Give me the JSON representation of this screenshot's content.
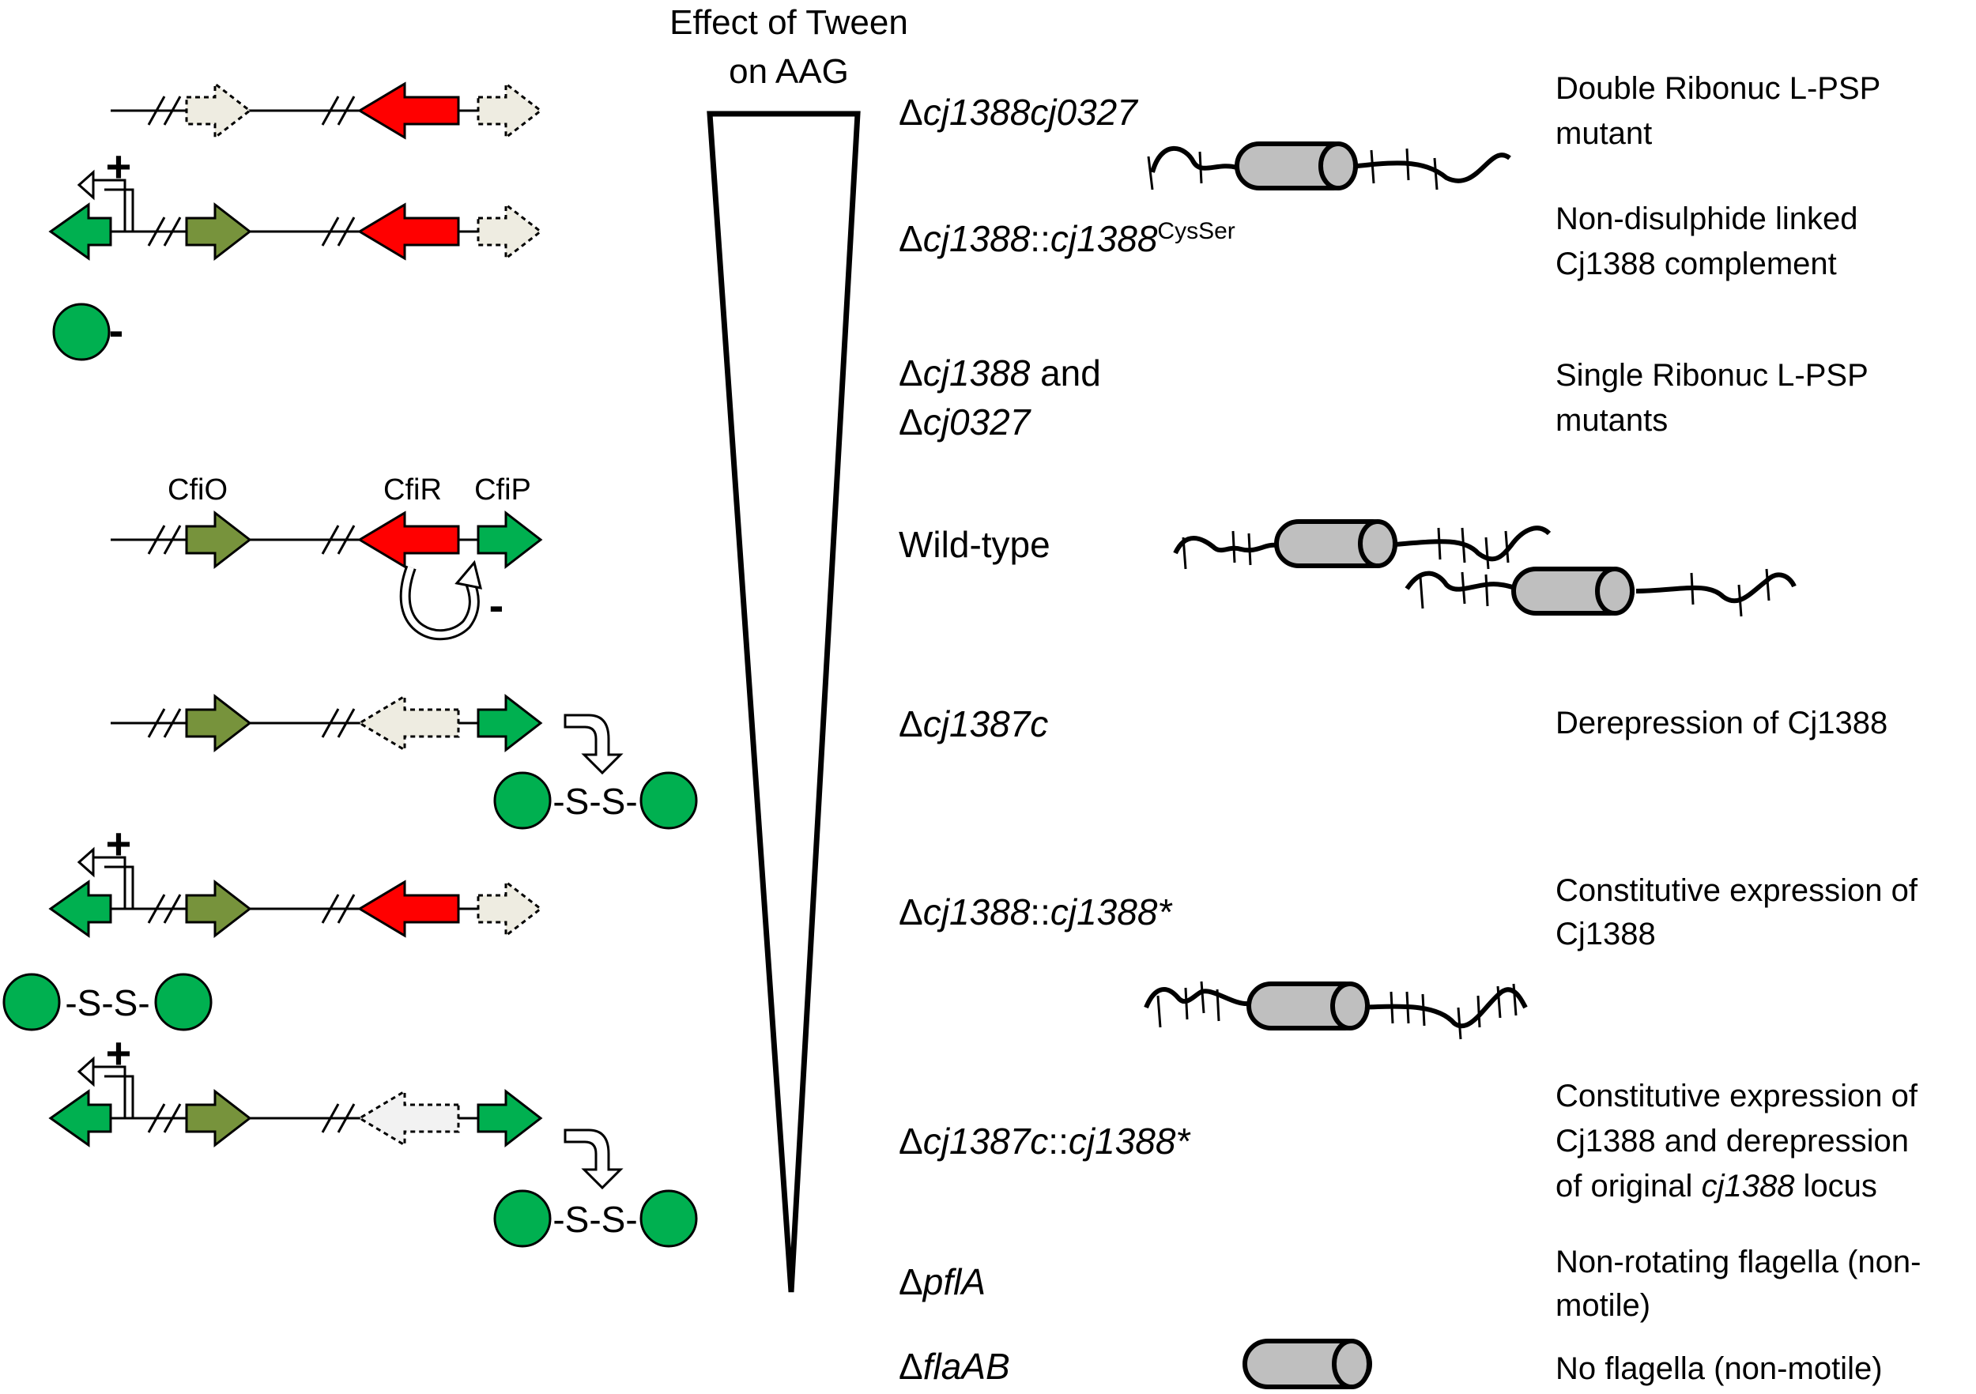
{
  "header": {
    "line1": "Effect of Tween",
    "line2": "on AAG"
  },
  "gene_labels": {
    "cfio": "CfiO",
    "cfir": "CfiR",
    "cfip": "CfiP"
  },
  "signs": {
    "plus": "+",
    "minus": "-"
  },
  "disulfide": "-S-S-",
  "strains": [
    {
      "parts": [
        {
          "t": "Δ"
        },
        {
          "t": "cj1388cj0327",
          "i": true
        }
      ]
    },
    {
      "parts": [
        {
          "t": "Δ"
        },
        {
          "t": "cj1388",
          "i": true
        },
        {
          "t": "::"
        },
        {
          "t": "cj1388",
          "i": true
        },
        {
          "t": "CysSer",
          "sup": true
        }
      ]
    },
    {
      "parts": [
        {
          "t": "Δ"
        },
        {
          "t": "cj1388",
          "i": true
        },
        {
          "t": " and"
        }
      ]
    },
    {
      "parts": [
        {
          "t": "Δ"
        },
        {
          "t": "cj0327",
          "i": true
        }
      ]
    },
    {
      "parts": [
        {
          "t": "Wild-type"
        }
      ]
    },
    {
      "parts": [
        {
          "t": "Δ"
        },
        {
          "t": "cj1387c",
          "i": true
        }
      ]
    },
    {
      "parts": [
        {
          "t": "Δ"
        },
        {
          "t": "cj1388",
          "i": true
        },
        {
          "t": "::"
        },
        {
          "t": "cj1388*",
          "i": true
        }
      ]
    },
    {
      "parts": [
        {
          "t": "Δ"
        },
        {
          "t": "cj1387c",
          "i": true
        },
        {
          "t": "::"
        },
        {
          "t": "cj1388*",
          "i": true
        }
      ]
    },
    {
      "parts": [
        {
          "t": "Δ"
        },
        {
          "t": "pflA",
          "i": true
        }
      ]
    },
    {
      "parts": [
        {
          "t": "Δ"
        },
        {
          "t": "flaAB",
          "i": true
        }
      ]
    }
  ],
  "descriptions": [
    {
      "parts": [
        {
          "t": "Double Ribonuc L-PSP"
        }
      ]
    },
    {
      "parts": [
        {
          "t": "mutant"
        }
      ]
    },
    {
      "parts": [
        {
          "t": "Non-disulphide linked"
        }
      ]
    },
    {
      "parts": [
        {
          "t": "Cj1388 complement"
        }
      ]
    },
    {
      "parts": [
        {
          "t": "Single Ribonuc L-PSP"
        }
      ]
    },
    {
      "parts": [
        {
          "t": "mutants"
        }
      ]
    },
    {
      "parts": [
        {
          "t": "Derepression of Cj1388"
        }
      ]
    },
    {
      "parts": [
        {
          "t": "Constitutive expression of"
        }
      ]
    },
    {
      "parts": [
        {
          "t": "Cj1388"
        }
      ]
    },
    {
      "parts": [
        {
          "t": "Constitutive expression of"
        }
      ]
    },
    {
      "parts": [
        {
          "t": "Cj1388 and derepression"
        }
      ]
    },
    {
      "parts": [
        {
          "t": "of original "
        },
        {
          "t": "cj1388",
          "i": true
        },
        {
          "t": " locus"
        }
      ]
    },
    {
      "parts": [
        {
          "t": "Non-rotating flagella (non-"
        }
      ]
    },
    {
      "parts": [
        {
          "t": "motile)"
        }
      ]
    },
    {
      "parts": [
        {
          "t": "No flagella (non-motile)"
        }
      ]
    }
  ],
  "colors": {
    "cfio": "#77933c",
    "cfir": "#ff0000",
    "cfip": "#00b050",
    "deleted": "#eeece1",
    "cell": "#bfbfbf",
    "line": "#000000"
  }
}
